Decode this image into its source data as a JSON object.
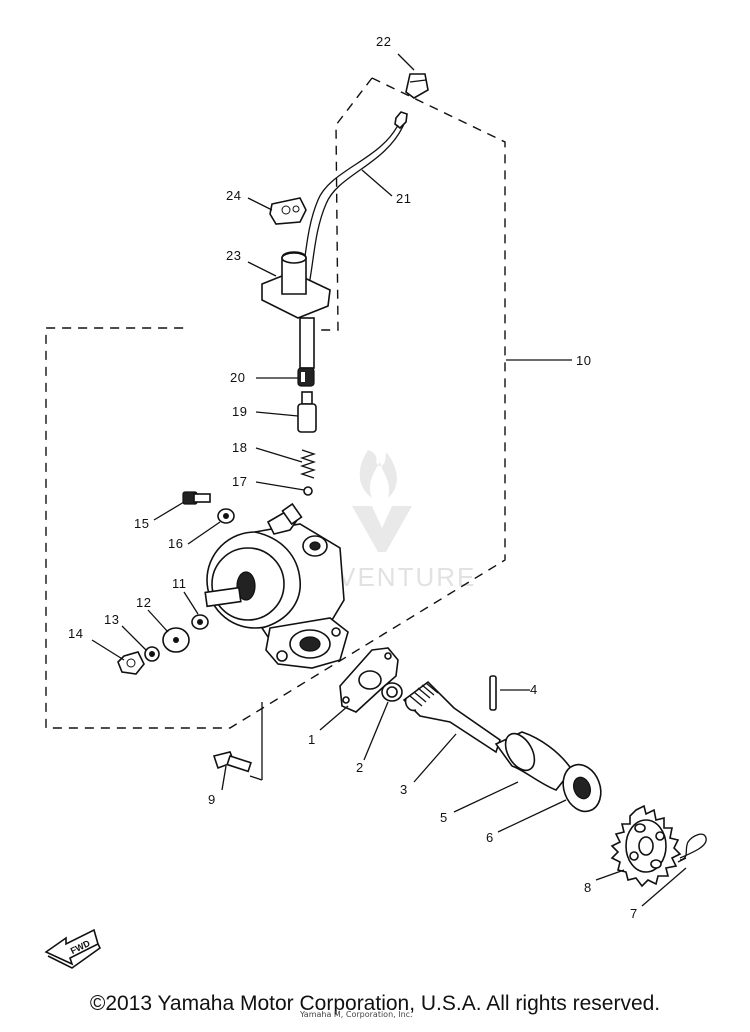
{
  "watermark": {
    "text": "ADVENTURE"
  },
  "callouts": {
    "c1": "1",
    "c2": "2",
    "c3": "3",
    "c4": "4",
    "c5": "5",
    "c6": "6",
    "c7": "7",
    "c8": "8",
    "c9": "9",
    "c10": "10",
    "c11": "11",
    "c12": "12",
    "c13": "13",
    "c14": "14",
    "c15": "15",
    "c16": "16",
    "c17": "17",
    "c18": "18",
    "c19": "19",
    "c20": "20",
    "c21": "21",
    "c22": "22",
    "c23": "23",
    "c24": "24"
  },
  "fwd_label": "FWD",
  "footer": {
    "copyright": "©2013 Yamaha Motor Corporation, U.S.A. All rights reserved.",
    "small": "Yamaha M, Corporation, Inc."
  }
}
